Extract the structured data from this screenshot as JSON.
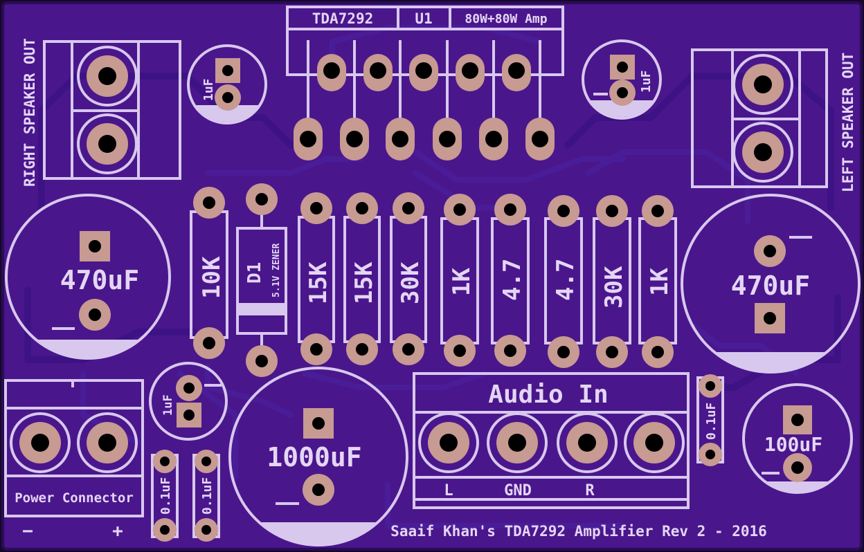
{
  "board": {
    "colors": {
      "substrate": "#4a168c",
      "silkscreen": "#d8c8ee",
      "pad": "#c79a92",
      "drill": "#000000",
      "trace": "#4a1d98"
    },
    "credit": "Saaif Khan's TDA7292 Amplifier Rev 2 - 2016"
  },
  "ic": {
    "part": "TDA7292",
    "ref": "U1",
    "desc": "80W+80W Amp"
  },
  "connectors": {
    "right_speaker": "RIGHT SPEAKER OUT",
    "left_speaker": "LEFT SPEAKER OUT",
    "power": {
      "title": "Power Connector",
      "minus": "−",
      "plus": "+"
    },
    "audio": {
      "title": "Audio In",
      "pins": [
        "L",
        "GND",
        "R"
      ]
    }
  },
  "capacitors": {
    "c_big_left": "470uF",
    "c_big_right": "470uF",
    "c_bulk": "1000uF",
    "c_100": "100uF",
    "c_1u_top_left": "1uF",
    "c_1u_top_right": "1uF",
    "c_1u_bottom": "1uF",
    "c_01_a": "0.1uF",
    "c_01_b": "0.1uF",
    "c_01_c": "0.1uF"
  },
  "resistors": [
    {
      "value": "10K"
    },
    {
      "value": "15K"
    },
    {
      "value": "15K"
    },
    {
      "value": "30K"
    },
    {
      "value": "1K"
    },
    {
      "value": "4.7"
    },
    {
      "value": "4.7"
    },
    {
      "value": "30K"
    },
    {
      "value": "1K"
    }
  ],
  "diode": {
    "ref": "D1",
    "value": "5.1V ZENER"
  }
}
